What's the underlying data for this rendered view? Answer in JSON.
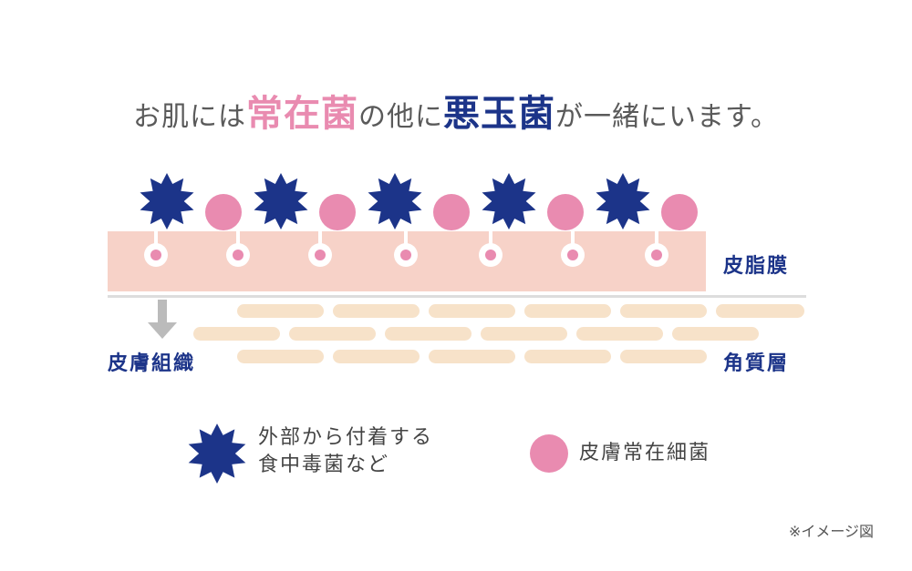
{
  "title": {
    "part1": "お肌には",
    "highlight1": "常在菌",
    "part2": "の他に",
    "highlight2": "悪玉菌",
    "part3": "が一緒にいます。"
  },
  "labels": {
    "sebum_membrane": "皮脂膜",
    "skin_tissue": "皮膚組織",
    "stratum_corneum": "角質層"
  },
  "legend": {
    "bad_bacteria_line1": "外部から付着する",
    "bad_bacteria_line2": "食中毒菌など",
    "common_bacteria": "皮膚常在細菌"
  },
  "note": "※イメージ図",
  "colors": {
    "navy": "#1c3489",
    "pink": "#e98bb0",
    "sebum": "#f7d2c8",
    "corneum": "#f7e2c9",
    "arrow": "#bbbbbb"
  },
  "icons": {
    "bad_bacteria": "navy-star-burst-icon",
    "common_bacteria": "pink-circle-icon"
  }
}
